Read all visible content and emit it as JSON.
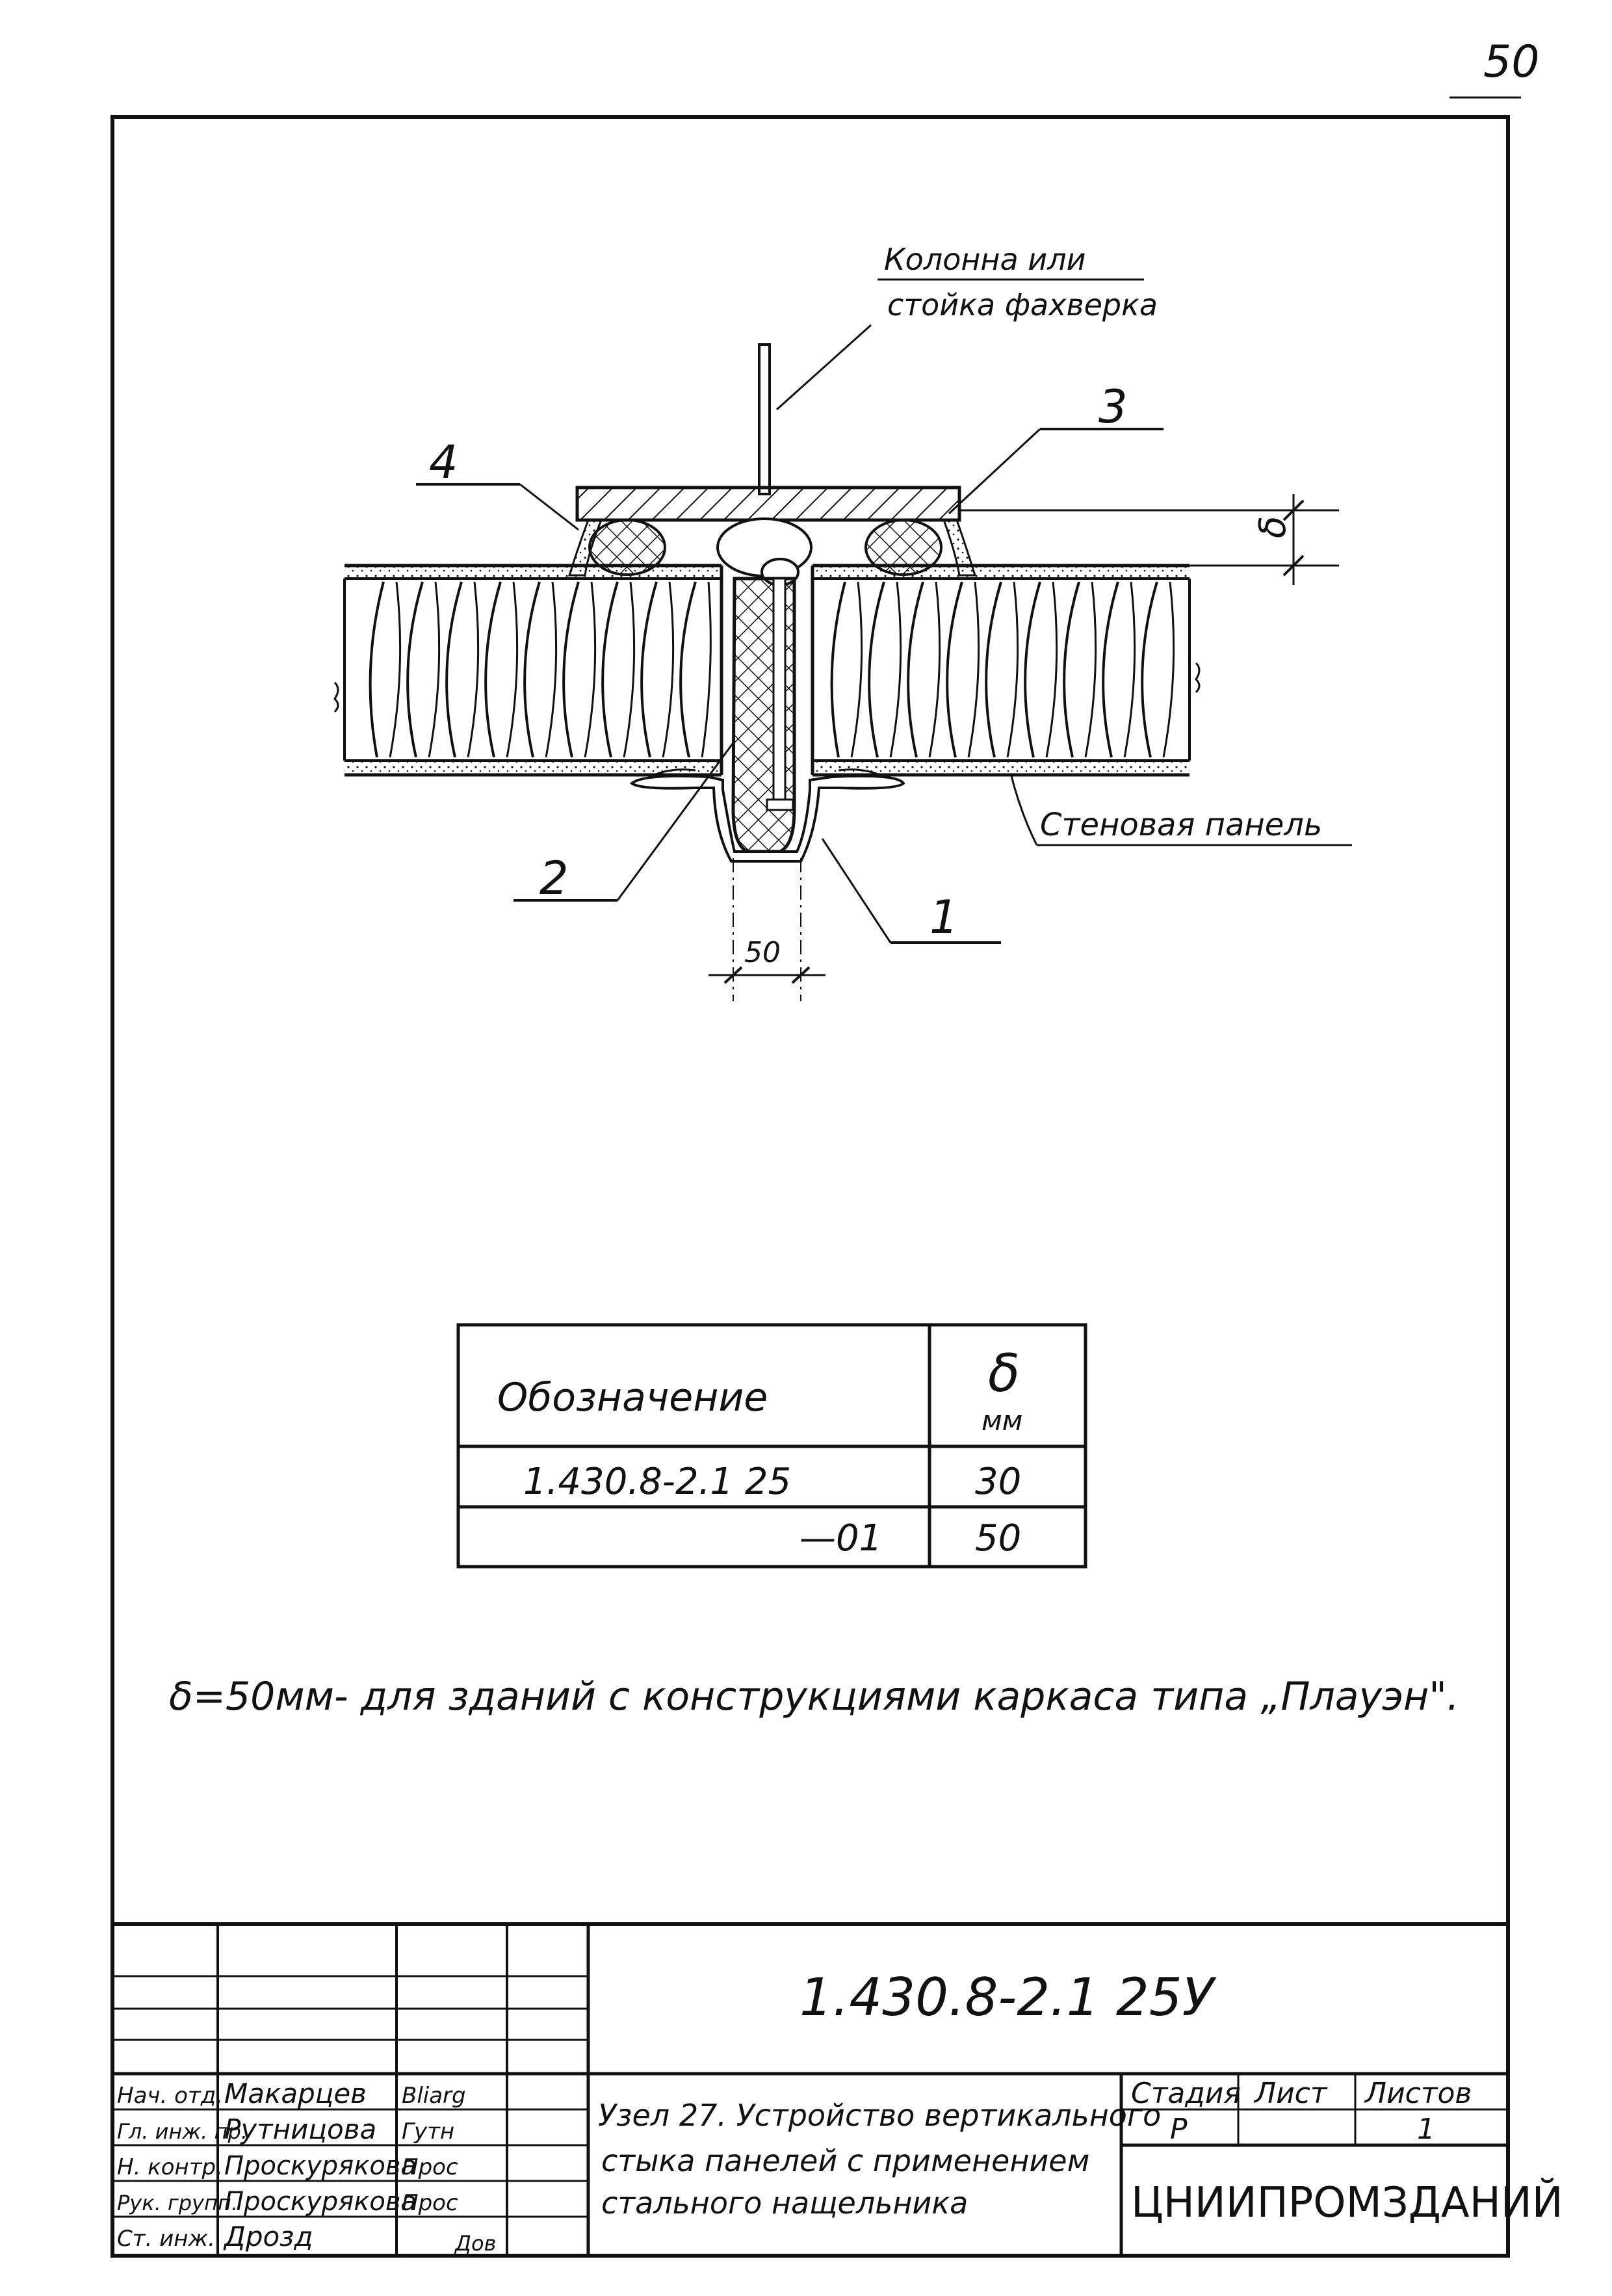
{
  "page_number": "50",
  "drawing": {
    "label_column": [
      "Колонна или",
      "стойка фахверка"
    ],
    "label_panel": "Стеновая панель",
    "callouts": [
      "1",
      "2",
      "3",
      "4"
    ],
    "dim_50": "50",
    "dim_delta": "δ"
  },
  "spec_table": {
    "headers": [
      "Обозначение",
      "δ",
      "мм"
    ],
    "rows": [
      {
        "designation": "1.430.8-2.1 25",
        "delta": "30"
      },
      {
        "designation": "—01",
        "delta": "50"
      }
    ]
  },
  "note": "δ=50мм- для зданий с конструкциями каркаса типа „Плауэн\".",
  "title_block": {
    "code": "1.430.8-2.1 25У",
    "stage_header": "Стадия",
    "sheet_header": "Лист",
    "sheets_header": "Листов",
    "stage": "Р",
    "sheets": "1",
    "organization": "ЦНИИПРОМЗДАНИЙ",
    "title_lines": [
      "Узел 27. Устройство вертикального",
      "стыка панелей с применением",
      "стального нащельника"
    ],
    "staff": [
      {
        "role": "Нач. отд.",
        "name": "Макарцев",
        "sign": "Bliarg"
      },
      {
        "role": "Гл. инж. пр.",
        "name": "Рутницова",
        "sign": "Гутн"
      },
      {
        "role": "Н. контр.",
        "name": "Проскурякова",
        "sign": "Прос"
      },
      {
        "role": "Рук. групп.",
        "name": "Проскурякова",
        "sign": "Прос"
      },
      {
        "role": "Ст. инж.",
        "name": "Дрозд",
        "sign": "Дов"
      }
    ]
  }
}
